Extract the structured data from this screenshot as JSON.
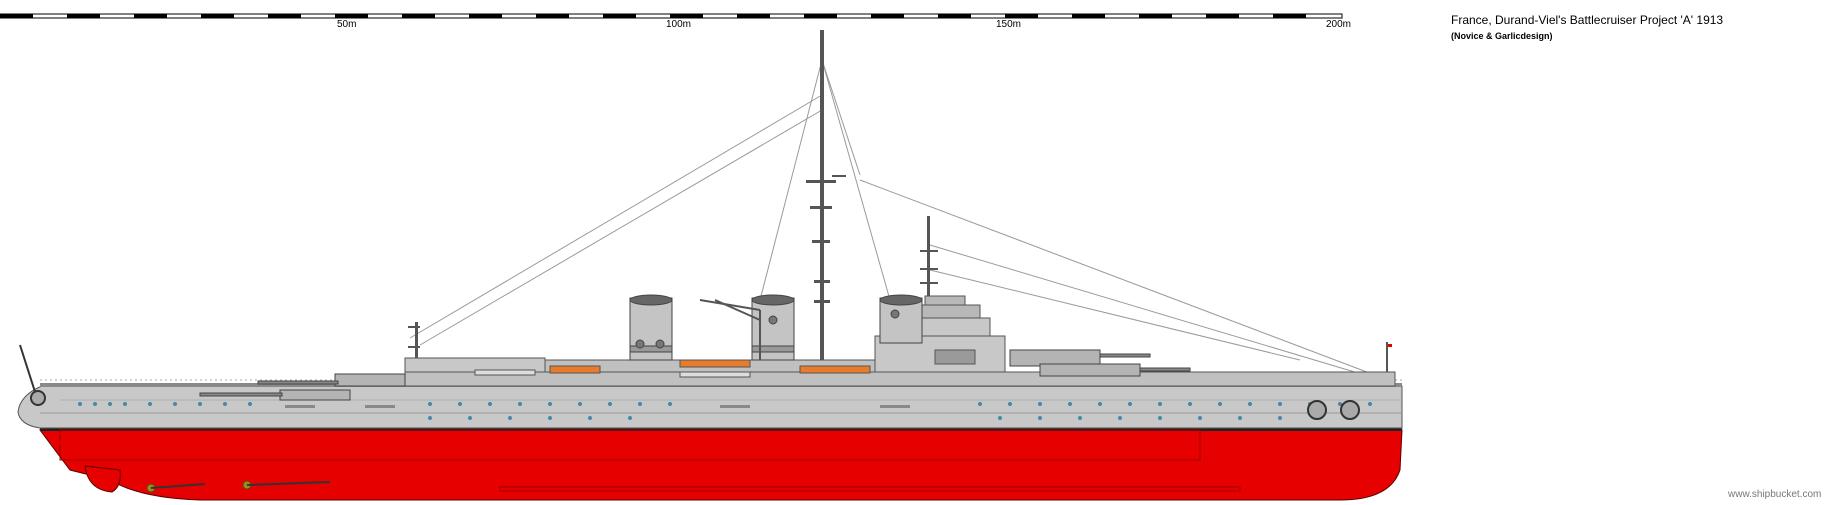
{
  "title": "France, Durand-Viel's Battlecruiser Project 'A' 1913",
  "credit": "(Novice & Garlicdesign)",
  "watermark": "www.shipbucket.com",
  "scale": {
    "labels": [
      "50m",
      "100m",
      "150m",
      "200m"
    ]
  },
  "colors": {
    "hull_red": "#e60000",
    "hull_grey": "#c8c8c8",
    "deck_grey": "#b4b4b4",
    "dark_grey": "#6e6e6e",
    "boat_orange": "#e87b2c",
    "propeller_gold": "#a08a20"
  }
}
